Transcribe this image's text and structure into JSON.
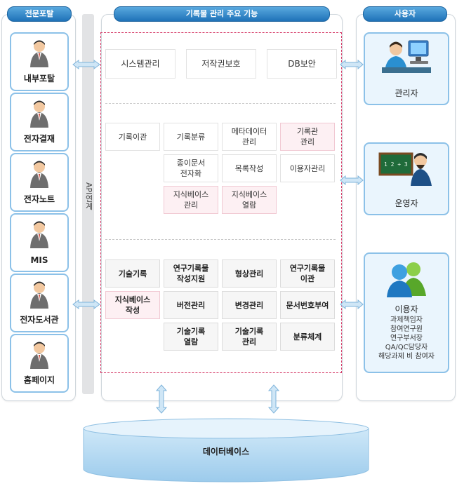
{
  "headers": {
    "portal": "전문포탈",
    "functions": "기록물 관리 주요 기능",
    "users": "사용자"
  },
  "portals": [
    "내부포탈",
    "전자결재",
    "전자노트",
    "MIS",
    "전자도서관",
    "홈페이지"
  ],
  "api_label": "API연계",
  "sections": {
    "top": [
      "시스템관리",
      "저작권보호",
      "DB보안"
    ],
    "middle": [
      {
        "label": "기록이관",
        "style": "white"
      },
      {
        "label": "기록분류",
        "style": "white"
      },
      {
        "label": "메타데이터\n관리",
        "style": "white"
      },
      {
        "label": "기록관\n관리",
        "style": "pink"
      },
      {
        "label": "종이문서\n전자화",
        "style": "white"
      },
      {
        "label": "목록작성",
        "style": "white"
      },
      {
        "label": "이용자관리",
        "style": "white"
      },
      {
        "label": "지식베이스\n관리",
        "style": "pink"
      },
      {
        "label": "지식베이스\n열람",
        "style": "pink"
      }
    ],
    "bottom": [
      {
        "label": "기술기록",
        "style": "gray"
      },
      {
        "label": "연구기록물\n작성지원",
        "style": "gray"
      },
      {
        "label": "형상관리",
        "style": "gray"
      },
      {
        "label": "연구기록물\n이관",
        "style": "gray"
      },
      {
        "label": "지식베이스\n작성",
        "style": "pink"
      },
      {
        "label": "버전관리",
        "style": "gray"
      },
      {
        "label": "변경관리",
        "style": "gray"
      },
      {
        "label": "문서번호부여",
        "style": "gray"
      },
      {
        "label": "기술기록\n열람",
        "style": "gray"
      },
      {
        "label": "기술기록\n관리",
        "style": "gray"
      },
      {
        "label": "분류체계",
        "style": "gray"
      }
    ]
  },
  "users": {
    "admin": "관리자",
    "operator": "운영자",
    "user": "이용자",
    "user_members": [
      "과제책임자",
      "참여연구원",
      "연구부서장",
      "QA/QC담당자",
      "해당과제 비 참여자"
    ]
  },
  "board_text": "1 2 + 3",
  "database": "데이터베이스",
  "colors": {
    "header": "#1f72b8",
    "dashed_border": "#d53a67",
    "pink_cell": "#fdf0f3",
    "card_border": "#8cc1e8",
    "arrow": "#7fb4db"
  }
}
